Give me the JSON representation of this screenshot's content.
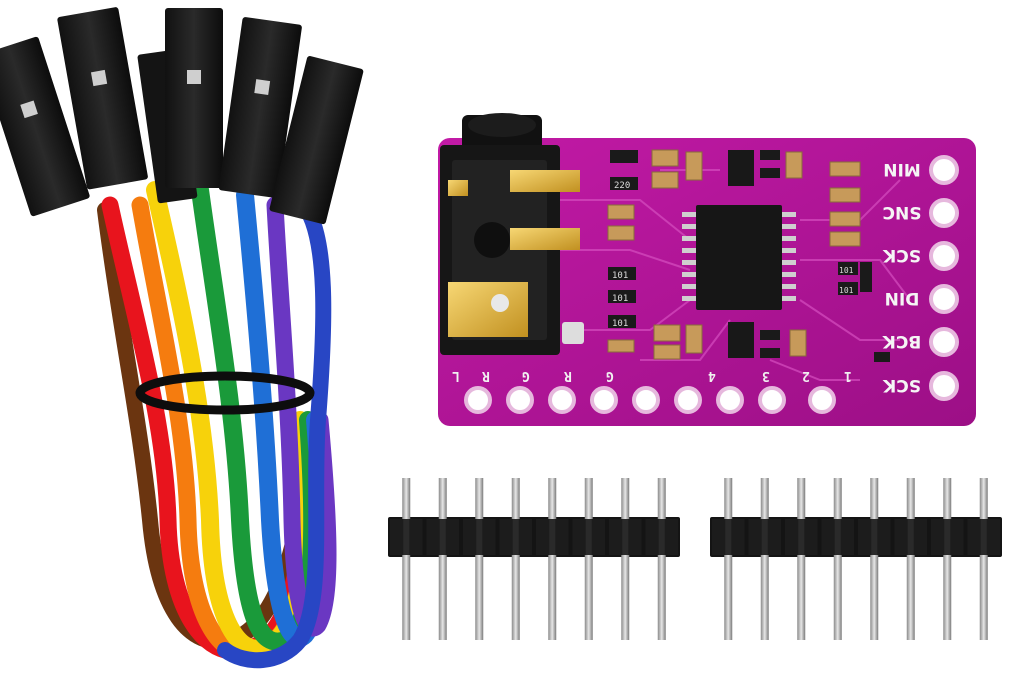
{
  "photo_subject": "",
  "board": {
    "right_pins": [
      "MIN",
      "SNC",
      "SCK",
      "DIN",
      "BCK",
      "SCK"
    ],
    "bottom_labels": [
      "L",
      "R",
      "G",
      "R",
      "G",
      "4",
      "3",
      "2",
      "1"
    ],
    "component_codes": [
      "220",
      "101",
      "101",
      "101",
      "101",
      "101"
    ],
    "pcb_color": "#b5169a"
  },
  "header_strips": [
    {
      "pin_count": 8
    },
    {
      "pin_count": 8
    }
  ],
  "jumper_wires": {
    "colors": [
      "#6b3510",
      "#e8141d",
      "#f57c0f",
      "#f7d20b",
      "#1a9a3a",
      "#1f6fd6",
      "#6a37c2",
      "#2846c4"
    ]
  }
}
